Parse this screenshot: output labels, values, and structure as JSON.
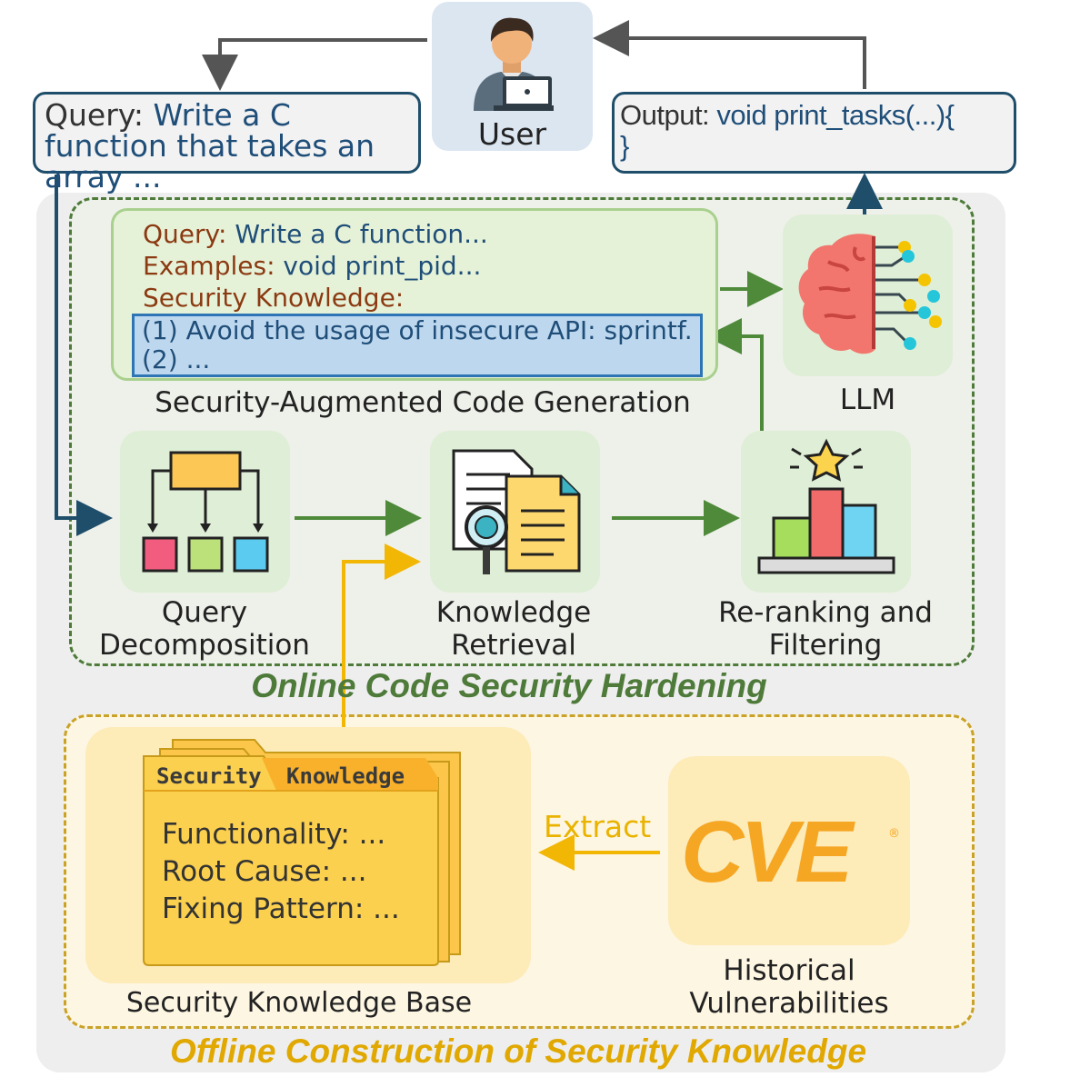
{
  "user": {
    "label": "User"
  },
  "query_box": {
    "key": "Query:",
    "value": "Write a C function that takes an array ..."
  },
  "output_box": {
    "key": "Output:",
    "line1": "void print_tasks(...){",
    "line2": "}"
  },
  "prompt": {
    "query_key": "Query:",
    "query_value": "Write a C function...",
    "examples_key": "Examples:",
    "examples_value": "void print_pid...",
    "security_key": "Security Knowledge:",
    "item1": "(1) Avoid the usage of insecure API: sprintf...",
    "item2": "(2) ..."
  },
  "labels": {
    "code_generation": "Security-Augmented Code Generation",
    "llm": "LLM",
    "query_decomp_1": "Query",
    "query_decomp_2": "Decomposition",
    "retrieval_1": "Knowledge",
    "retrieval_2": "Retrieval",
    "rerank_1": "Re-ranking and",
    "rerank_2": "Filtering",
    "online_title": "Online Code Security Hardening",
    "offline_title": "Offline Construction of Security Knowledge",
    "kb_label": "Security Knowledge Base",
    "hist_1": "Historical",
    "hist_2": "Vulnerabilities",
    "extract": "Extract"
  },
  "folder": {
    "tab1": "Security",
    "tab2": "Knowledge",
    "line1": "Functionality: ...",
    "line2": "Root Cause: ...",
    "line3": "Fixing Pattern: ..."
  },
  "cve_logo": {
    "text": "CVE"
  },
  "colors": {
    "online_green": "#4e7a3a",
    "offline_gold": "#c9a227",
    "arrow_green": "#4e8a3a",
    "arrow_gold": "#f2b705",
    "arrow_gray": "#555555",
    "arrow_navy": "#1f4e6a"
  }
}
